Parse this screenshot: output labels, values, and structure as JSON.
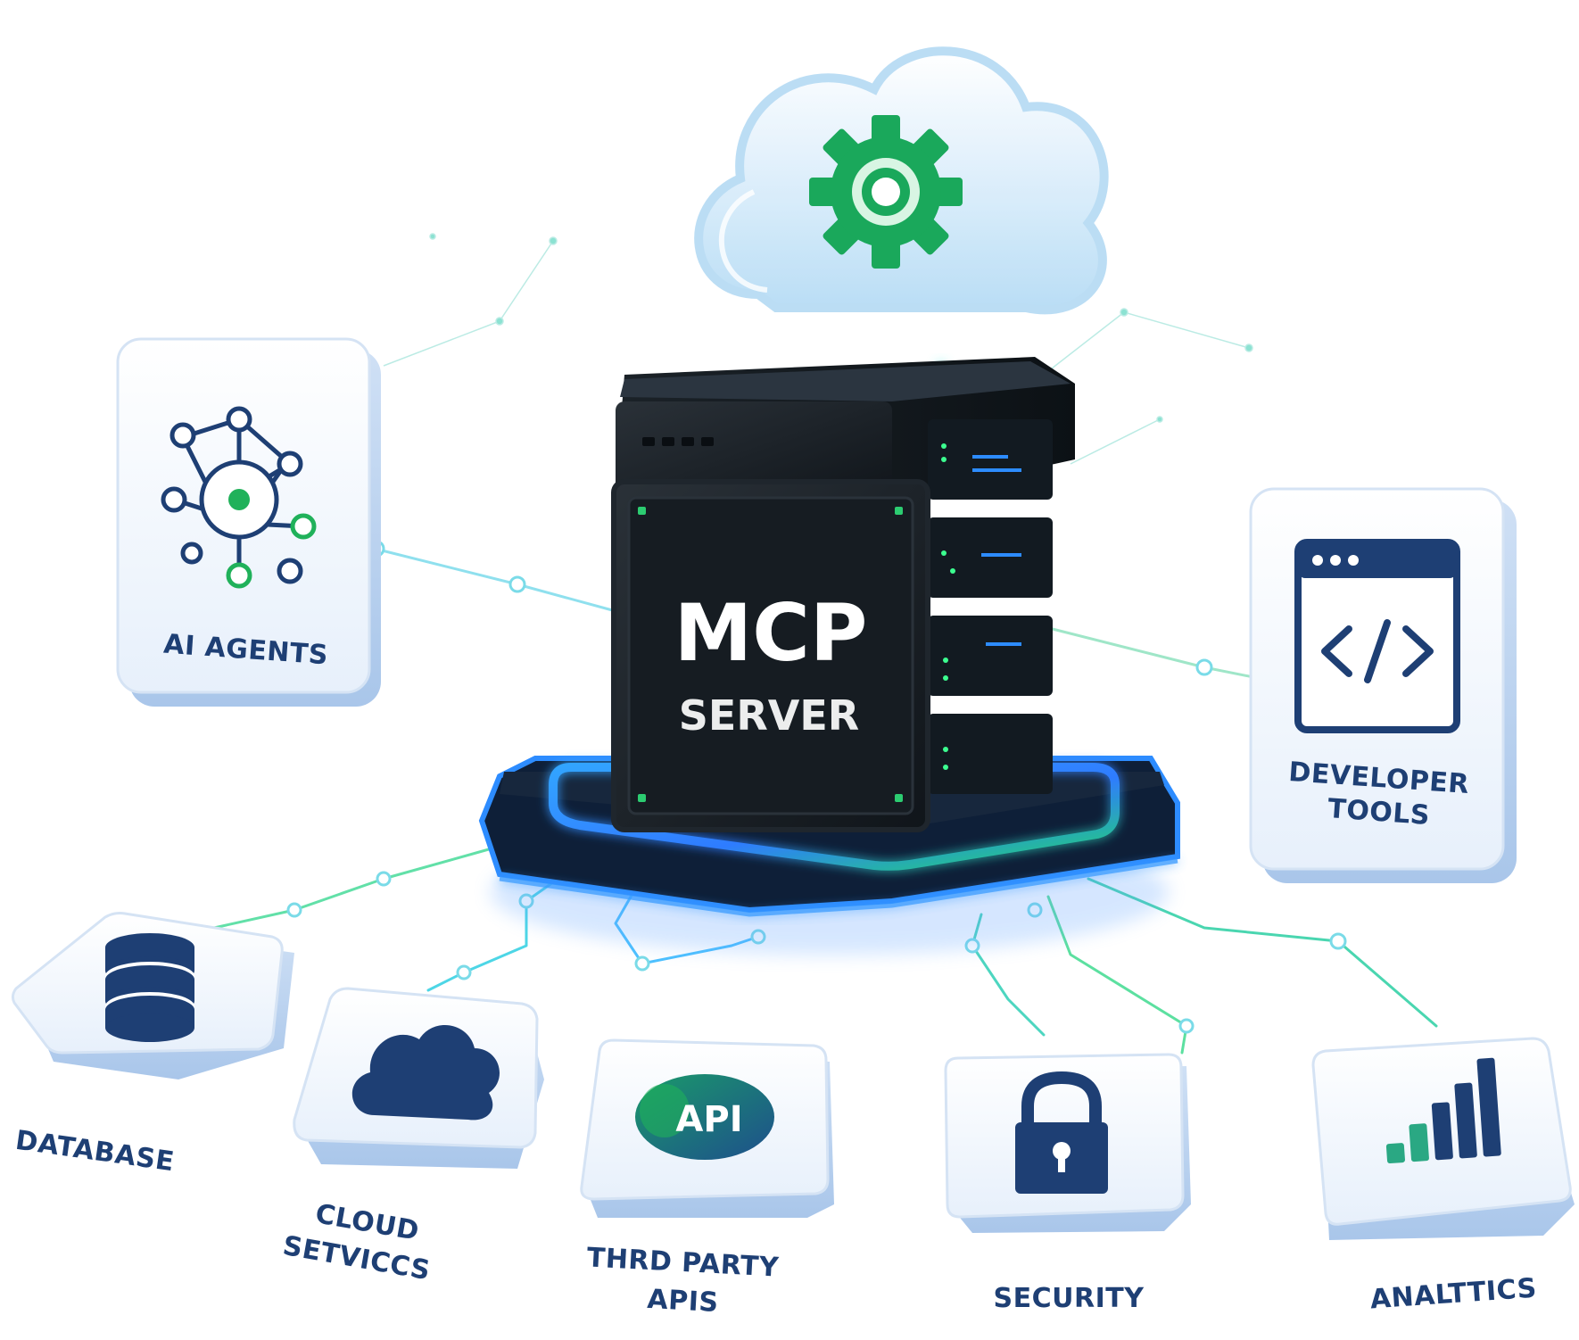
{
  "server": {
    "title": "MCP",
    "subtitle": "SERVER"
  },
  "nodes": {
    "ai_agents": "AI AGENTS",
    "developer_tools_line1": "DEVELOPER",
    "developer_tools_line2": "TOOLS",
    "database": "DATABASE",
    "cloud_services_line1": "CLOUD",
    "cloud_services_line2": "SETVICCS",
    "third_party_line1": "THRD PARTY",
    "third_party_line2": "APIS",
    "api_badge": "API",
    "security": "SECURITY",
    "analytics": "ANALTTICS"
  },
  "colors": {
    "navy": "#1e3f74",
    "green": "#20b15a",
    "cyan": "#30d0e0",
    "glow_blue": "#2d8cff",
    "server_dark": "#14191e"
  }
}
